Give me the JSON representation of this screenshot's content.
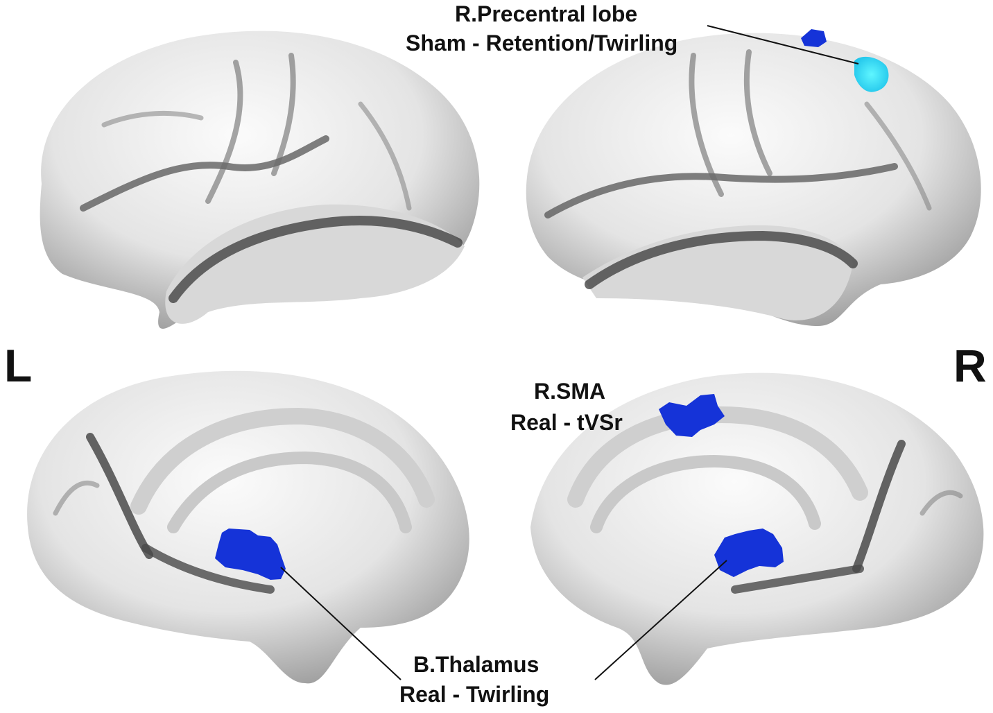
{
  "sides": {
    "left": "L",
    "right": "R"
  },
  "annotations": {
    "precentral": {
      "name": "R.Precentral lobe",
      "contrast": "Sham - Retention/Twirling"
    },
    "sma": {
      "name": "R.SMA",
      "contrast": "Real - tVSr"
    },
    "thalamus": {
      "name": "B.Thalamus",
      "contrast": "Real - Twirling"
    }
  },
  "colors": {
    "background": "#ffffff",
    "cortex": "#e6e6e6",
    "sulcus": "#4a4a4a",
    "cluster_dark_blue": "#1533d8",
    "cluster_cyan": "#33e6f5",
    "text": "#111111"
  }
}
